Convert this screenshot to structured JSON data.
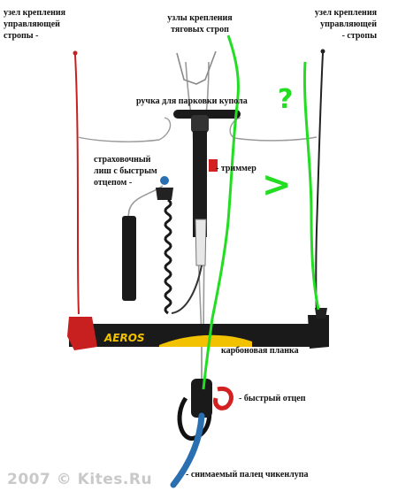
{
  "labels": {
    "left_line_1": "узел крепления",
    "left_line_2": "управляющей",
    "left_line_3": "стропы -",
    "center_line_1": "узлы крепления",
    "center_line_2": "тяговых строп",
    "right_line_1": "узел крепления",
    "right_line_2": "управляющей",
    "right_line_3": "- стропы",
    "handle": "ручка для парковки купола",
    "leash_line_1": "страховочный",
    "leash_line_2": "лиш с быстрым",
    "leash_line_3": "отцепом -",
    "trimmer": "- триммер",
    "carbon_bar": "карбоновая планка",
    "quick_release": "- быстрый отцеп",
    "chicken_finger": "- снимаемый палец чикенлупа"
  },
  "annotation": {
    "question_mark": "?",
    "arrow": ">"
  },
  "bar_brand": "AEROS",
  "watermark": "2007 © Kites.Ru",
  "colors": {
    "annotation_green": "#22dd22",
    "line_red": "#c82020",
    "bar_black": "#1a1a1a",
    "release_red": "#d42020",
    "finger_blue": "#2a6fb0",
    "line_grey": "#9a9a9a",
    "yellow_accent": "#f2c200"
  }
}
